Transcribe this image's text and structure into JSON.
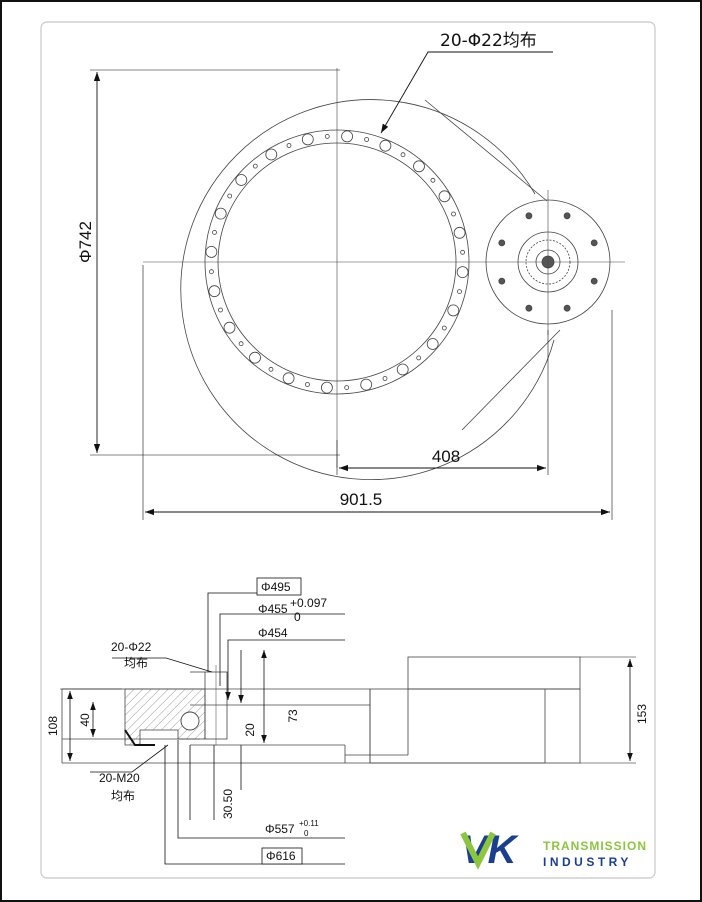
{
  "top_view": {
    "hole_callout": "20-Φ22均布",
    "diameter": "Φ742",
    "offset": "408",
    "overall_length": "901.5"
  },
  "side_view": {
    "d495": "Φ495",
    "d455": "Φ455",
    "d455_tol_upper": "+0.097",
    "d455_tol_lower": "0",
    "d454": "Φ454",
    "holes_left": "20-Φ22",
    "holes_left_sub": "均布",
    "thread_left": "20-M20",
    "thread_left_sub": "均布",
    "h108": "108",
    "h40": "40",
    "h20": "20",
    "h73": "73",
    "h153": "153",
    "h30_50": "30.50",
    "d557": "Φ557",
    "d557_tol_upper": "+0.11",
    "d557_tol_lower": "0",
    "d616": "Φ616"
  },
  "logo": {
    "mark": "VK",
    "line1": "TRANSMISSION",
    "line2": "INDUSTRY",
    "color_green": "#8cc63f",
    "color_blue": "#1b3f8f"
  }
}
